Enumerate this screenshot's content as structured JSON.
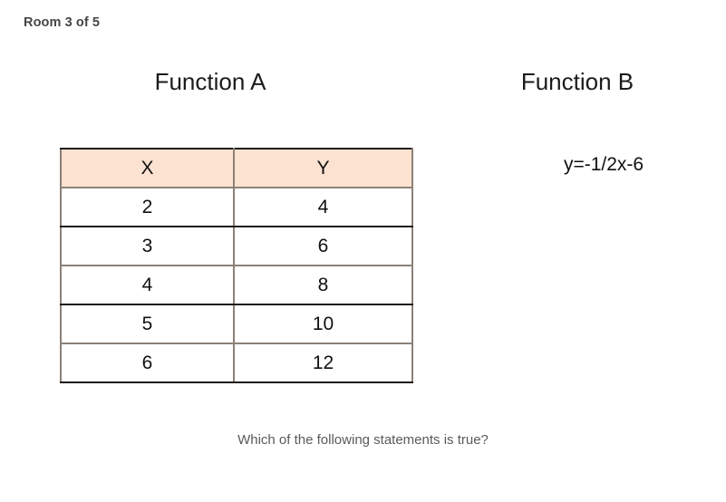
{
  "room": {
    "label": "Room 3 of 5"
  },
  "colors": {
    "table_header_fill": "#FCE2D0",
    "table_border_dark": "#1C1C1C",
    "table_border_light": "#8B8178",
    "text_primary": "#101010",
    "text_muted": "#5A5A5A",
    "room_label": "#454545",
    "background": "#FFFFFF"
  },
  "function_a": {
    "title": "Function A",
    "table": {
      "headers": [
        "X",
        "Y"
      ],
      "rows": [
        [
          "2",
          "4"
        ],
        [
          "3",
          "6"
        ],
        [
          "4",
          "8"
        ],
        [
          "5",
          "10"
        ],
        [
          "6",
          "12"
        ]
      ]
    }
  },
  "function_b": {
    "title": "Function B",
    "equation": "y=-1/2x-6"
  },
  "prompt": {
    "text": "Which of the following statements is true?"
  },
  "chart_data": {
    "type": "table",
    "title": "Function A",
    "columns": [
      "X",
      "Y"
    ],
    "x": [
      2,
      3,
      4,
      5,
      6
    ],
    "series": [
      {
        "name": "Y",
        "values": [
          4,
          6,
          8,
          10,
          12
        ]
      }
    ],
    "comparison": {
      "function_b_label": "Function B",
      "function_b_equation": "y=-1/2x-6",
      "function_b_slope": -0.5,
      "function_b_intercept": -6
    },
    "xlabel": "X",
    "ylabel": "Y"
  }
}
